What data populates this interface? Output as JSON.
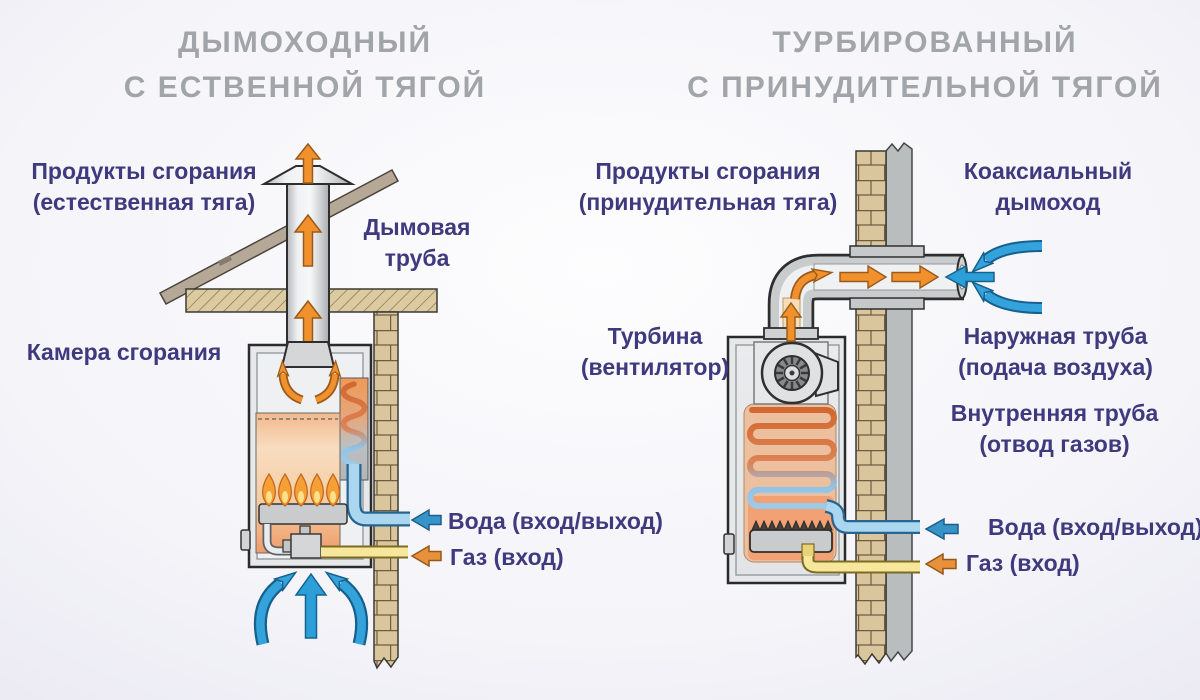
{
  "left_panel": {
    "title1": "ДЫМОХОДНЫЙ",
    "title2": "С ЕСТВЕННОЙ ТЯГОЙ",
    "labels": {
      "products1": "Продукты сгорания",
      "products2": "(естественная тяга)",
      "chimney1": "Дымовая",
      "chimney2": "труба",
      "chamber": "Камера сгорания",
      "water": "Вода (вход/выход)",
      "gas": "Газ (вход)"
    }
  },
  "right_panel": {
    "title1": "ТУРБИРОВАННЫЙ",
    "title2": "С ПРИНУДИТЕЛЬНОЙ ТЯГОЙ",
    "labels": {
      "products1": "Продукты сгорания",
      "products2": "(принудительная тяга)",
      "coaxial1": "Коаксиальный",
      "coaxial2": "дымоход",
      "turbine1": "Турбина",
      "turbine2": "(вентилятор)",
      "outer_pipe1": "Наружная труба",
      "outer_pipe2": "(подача воздуха)",
      "inner_pipe1": "Внутренняя труба",
      "inner_pipe2": "(отвод газов)",
      "water": "Вода (вход/выход)",
      "gas": "Газ (вход)"
    }
  },
  "colors": {
    "label_text": "#3f3a7e",
    "title_text": "#a1a4a9",
    "flue_arrow_orange": "#f0912d",
    "air_arrow_blue": "#2d9fd8",
    "water_pipe": "#abd6f0",
    "gas_pipe": "#f6e79b",
    "brick": "#d9c69c",
    "metal": "#d5d7d8"
  }
}
